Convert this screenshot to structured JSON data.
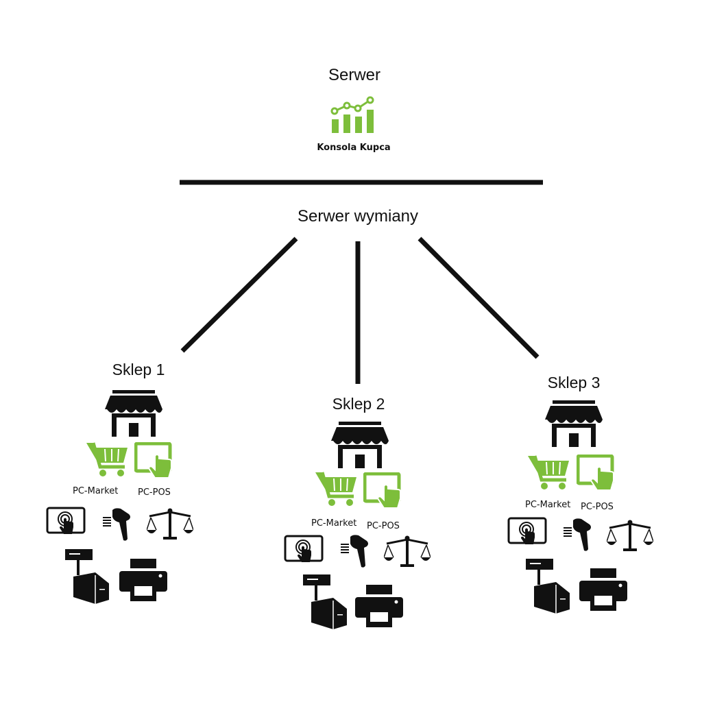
{
  "server": {
    "title": "Serwer",
    "app_label": "Konsola Kupca",
    "icon": "bar-chart-trend-icon"
  },
  "exchange": {
    "title": "Serwer wymiany"
  },
  "stores": [
    {
      "name": "Sklep 1",
      "apps": [
        "PC-Market",
        "PC-POS"
      ]
    },
    {
      "name": "Sklep 2",
      "apps": [
        "PC-Market",
        "PC-POS"
      ]
    },
    {
      "name": "Sklep 3",
      "apps": [
        "PC-Market",
        "PC-POS"
      ]
    }
  ],
  "device_icons": [
    "store-icon",
    "cart-icon",
    "touch-tablet-icon",
    "touch-terminal-icon",
    "barcode-scanner-icon",
    "scale-icon",
    "receipt-printer-icon",
    "printer-icon"
  ],
  "colors": {
    "accent": "#7dbe3b",
    "ink": "#111111"
  }
}
